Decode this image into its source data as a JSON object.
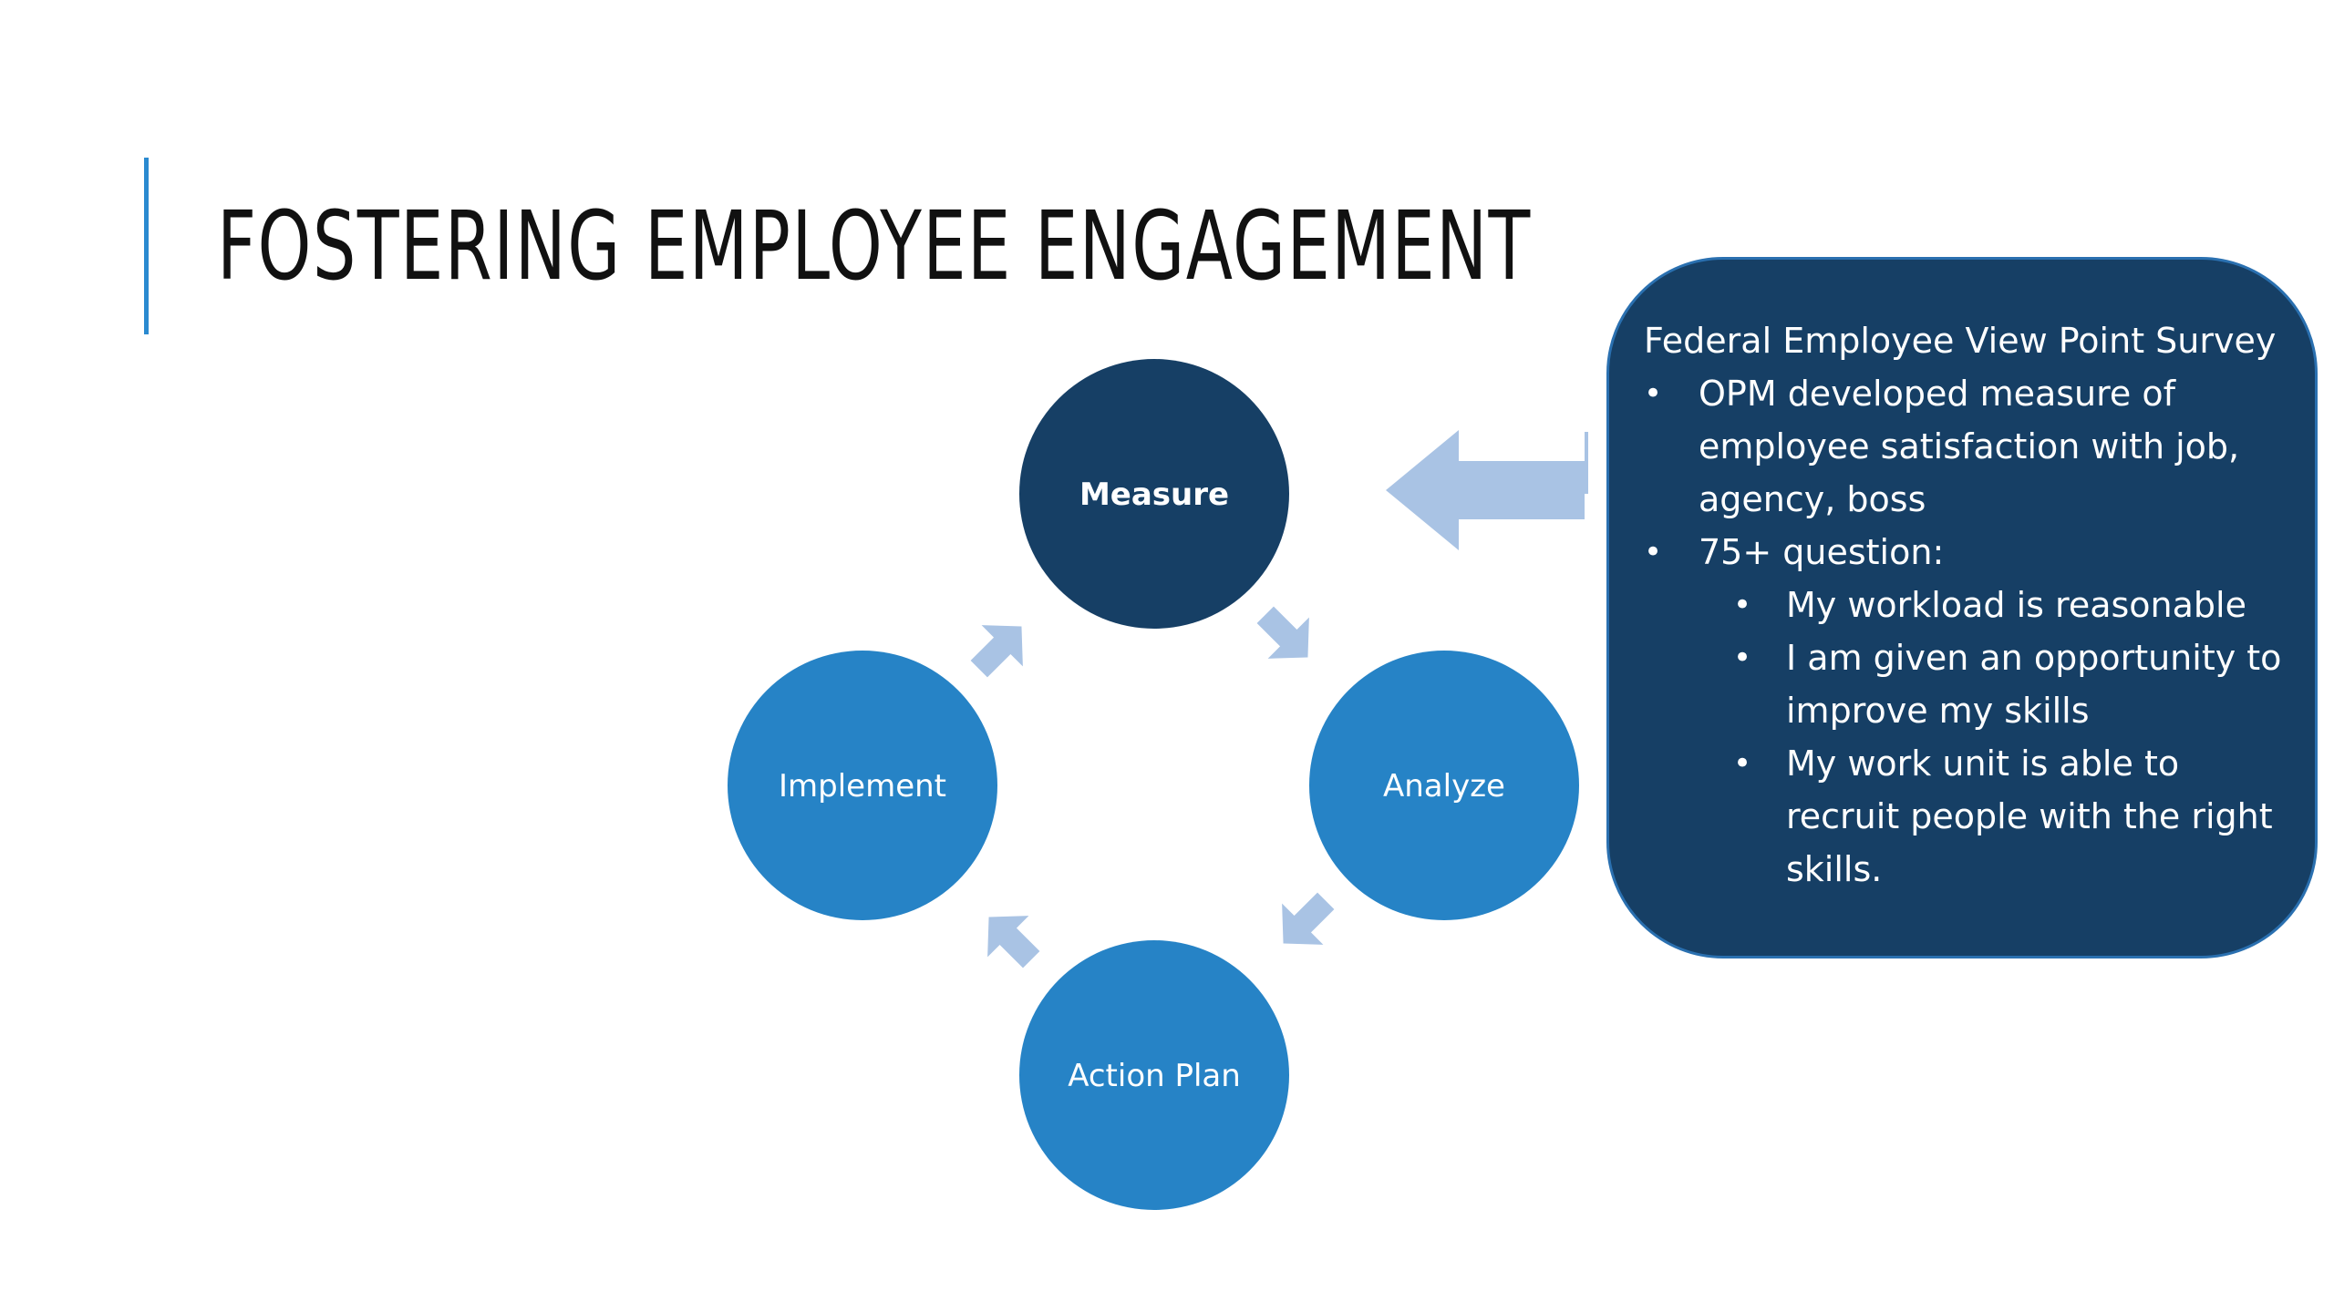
{
  "slide": {
    "title": "FOSTERING EMPLOYEE ENGAGEMENT"
  },
  "cycle": {
    "nodes": [
      {
        "id": "measure",
        "label": "Measure",
        "color": "#163f65",
        "bold": true
      },
      {
        "id": "analyze",
        "label": "Analyze",
        "color": "#2683c6",
        "bold": false
      },
      {
        "id": "action_plan",
        "label": "Action Plan",
        "color": "#2683c6",
        "bold": false
      },
      {
        "id": "implement",
        "label": "Implement",
        "color": "#2683c6",
        "bold": false
      }
    ],
    "arrow_color": "#a9c3e4"
  },
  "callout": {
    "heading": "Federal Employee View Point Survey",
    "bullets": [
      {
        "text": "OPM developed measure of employee satisfaction with job, agency, boss",
        "sub": []
      },
      {
        "text": "75+ question:",
        "sub": [
          "My workload is reasonable",
          "I am given an opportunity to improve my skills",
          "My work unit is able to recruit people with the right skills."
        ]
      }
    ],
    "background_color": "#163f65"
  }
}
